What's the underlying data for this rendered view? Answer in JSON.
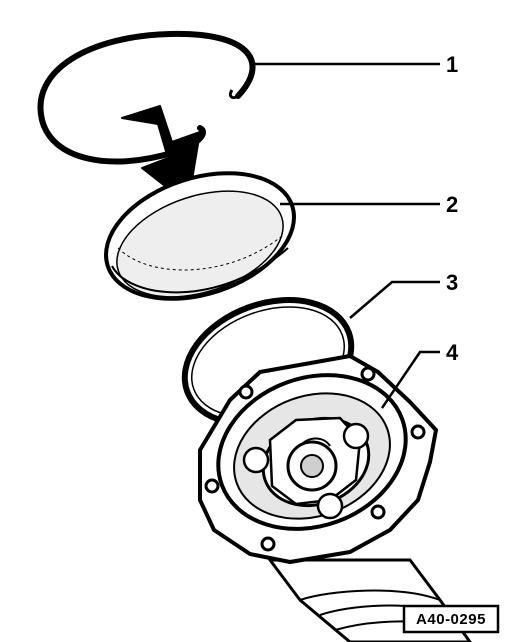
{
  "callouts": [
    {
      "id": "1",
      "label": "1"
    },
    {
      "id": "2",
      "label": "2"
    },
    {
      "id": "3",
      "label": "3"
    },
    {
      "id": "4",
      "label": "4"
    }
  ],
  "reference_code": "A40-0295",
  "colors": {
    "ink": "#000000",
    "paper": "#ffffff",
    "shade": "#d9d9d9"
  }
}
